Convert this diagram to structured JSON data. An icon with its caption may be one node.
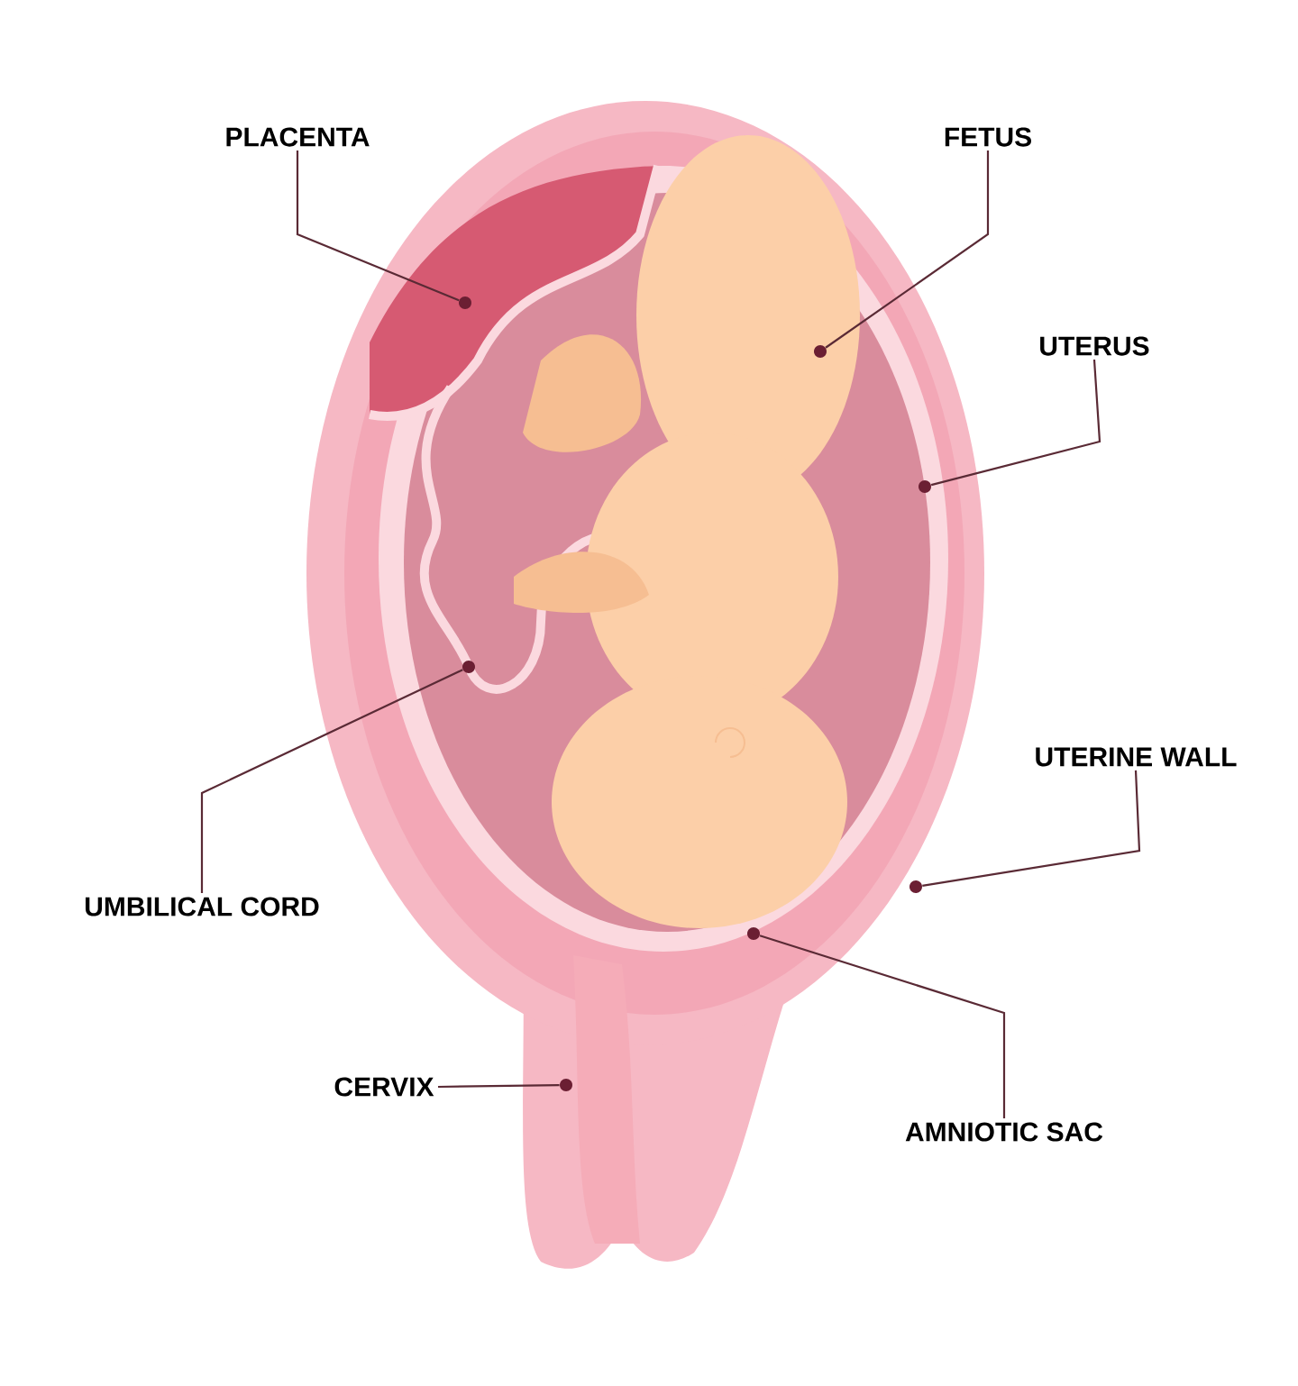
{
  "diagram": {
    "nodes": [
      {
        "text": [
          "PLACENTA"
        ]
      },
      {
        "text": [
          "FETUS"
        ]
      },
      {
        "text": [
          "UTERUS"
        ]
      },
      {
        "text": [
          "UTERINE WALL"
        ]
      },
      {
        "text": [
          "UMBILICAL CORD"
        ]
      },
      {
        "text": [
          "CERVIX"
        ]
      },
      {
        "text": [
          "AMNIOTIC SAC"
        ]
      },
      {
        "text": [],
        "shape": "circle"
      },
      {
        "text": [],
        "shape": "circle"
      },
      {
        "text": [],
        "shape": "circle"
      },
      {
        "text": [],
        "shape": "circle"
      },
      {
        "text": [],
        "shape": "circle"
      },
      {
        "text": [],
        "shape": "circle"
      },
      {
        "text": [],
        "shape": "circle"
      }
    ],
    "edges": [
      {
        "from": 0,
        "to": 7,
        "arrow": "none"
      },
      {
        "from": 1,
        "to": 8,
        "arrow": "none"
      },
      {
        "from": 2,
        "to": 9,
        "arrow": "none"
      },
      {
        "from": 3,
        "to": 10,
        "arrow": "none"
      },
      {
        "from": 4,
        "to": 11,
        "arrow": "none"
      },
      {
        "from": 5,
        "to": 12,
        "arrow": "none"
      },
      {
        "from": 6,
        "to": 13,
        "arrow": "none"
      }
    ]
  }
}
